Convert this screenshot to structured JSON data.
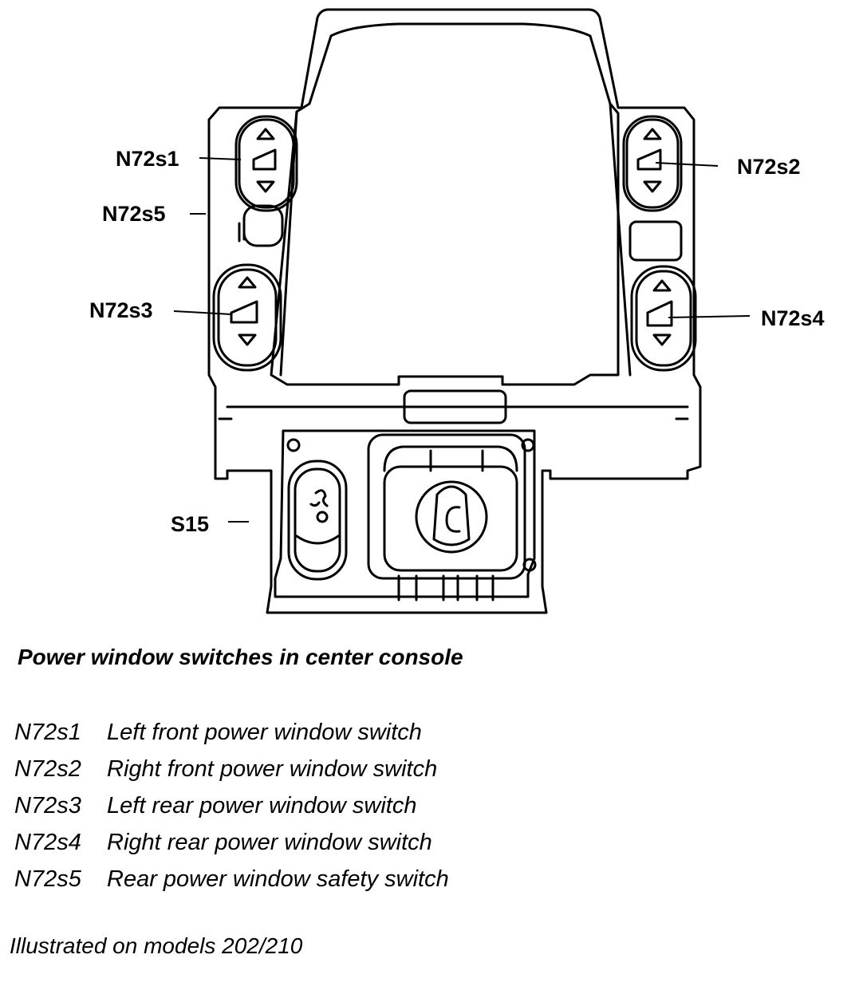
{
  "callouts": {
    "n72s1": "N72s1",
    "n72s2": "N72s2",
    "n72s3": "N72s3",
    "n72s4": "N72s4",
    "n72s5": "N72s5",
    "s15": "S15"
  },
  "caption": "Power window switches in center console",
  "legend": [
    {
      "code": "N72s1",
      "desc": "Left front power window switch"
    },
    {
      "code": "N72s2",
      "desc": "Right front power window switch"
    },
    {
      "code": "N72s3",
      "desc": "Left rear power window switch"
    },
    {
      "code": "N72s4",
      "desc": "Right rear power window switch"
    },
    {
      "code": "N72s5",
      "desc": "Rear power window safety switch"
    }
  ],
  "footnote": "Illustrated on models 202/210"
}
